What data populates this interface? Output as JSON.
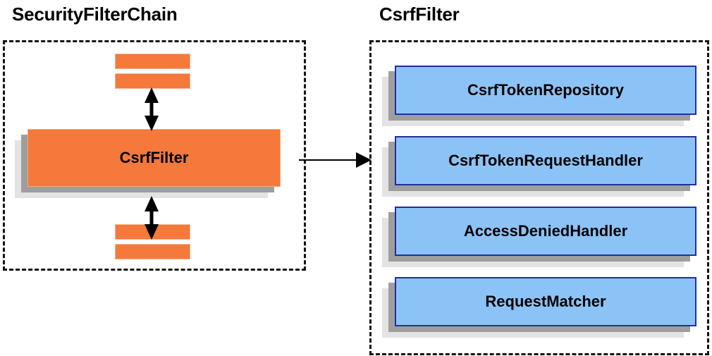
{
  "diagram": {
    "type": "architecture-block-diagram",
    "background_color": "#ffffff",
    "panels": [
      {
        "id": "security-filter-chain",
        "title": "SecurityFilterChain",
        "border_style": "dashed",
        "border_color": "#141414"
      },
      {
        "id": "csrf-filter",
        "title": "CsrfFilter",
        "border_style": "dashed",
        "border_color": "#141414"
      }
    ]
  },
  "left_panel": {
    "title": "SecurityFilterChain",
    "top_bars": [
      {
        "name": "filter-bar-top-1"
      },
      {
        "name": "filter-bar-top-2"
      }
    ],
    "main_block": {
      "label": "CsrfFilter",
      "fill_color": "#f4793b",
      "border_color": "#f7a87e"
    },
    "bottom_bars": [
      {
        "name": "filter-bar-bottom-1"
      },
      {
        "name": "filter-bar-bottom-2"
      }
    ],
    "connector_up": "double-headed-vertical-arrow",
    "connector_down": "double-headed-vertical-arrow"
  },
  "right_panel": {
    "title": "CsrfFilter",
    "components": [
      {
        "label": "CsrfTokenRepository"
      },
      {
        "label": "CsrfTokenRequestHandler"
      },
      {
        "label": "AccessDeniedHandler"
      },
      {
        "label": "RequestMatcher"
      }
    ],
    "component_fill_color": "#8cc3f7",
    "component_border_color": "#1f2f9e"
  },
  "connector": {
    "name": "panel-link-arrow",
    "direction": "left-to-right",
    "style": "solid-single-headed"
  },
  "colors": {
    "orange_fill": "#f4793b",
    "orange_border": "#f7a87e",
    "blue_fill": "#8cc3f7",
    "blue_border": "#1f2f9e",
    "shadow_mid": "#9e9e9e",
    "shadow_back": "#e3e3e3",
    "line": "#000000"
  }
}
